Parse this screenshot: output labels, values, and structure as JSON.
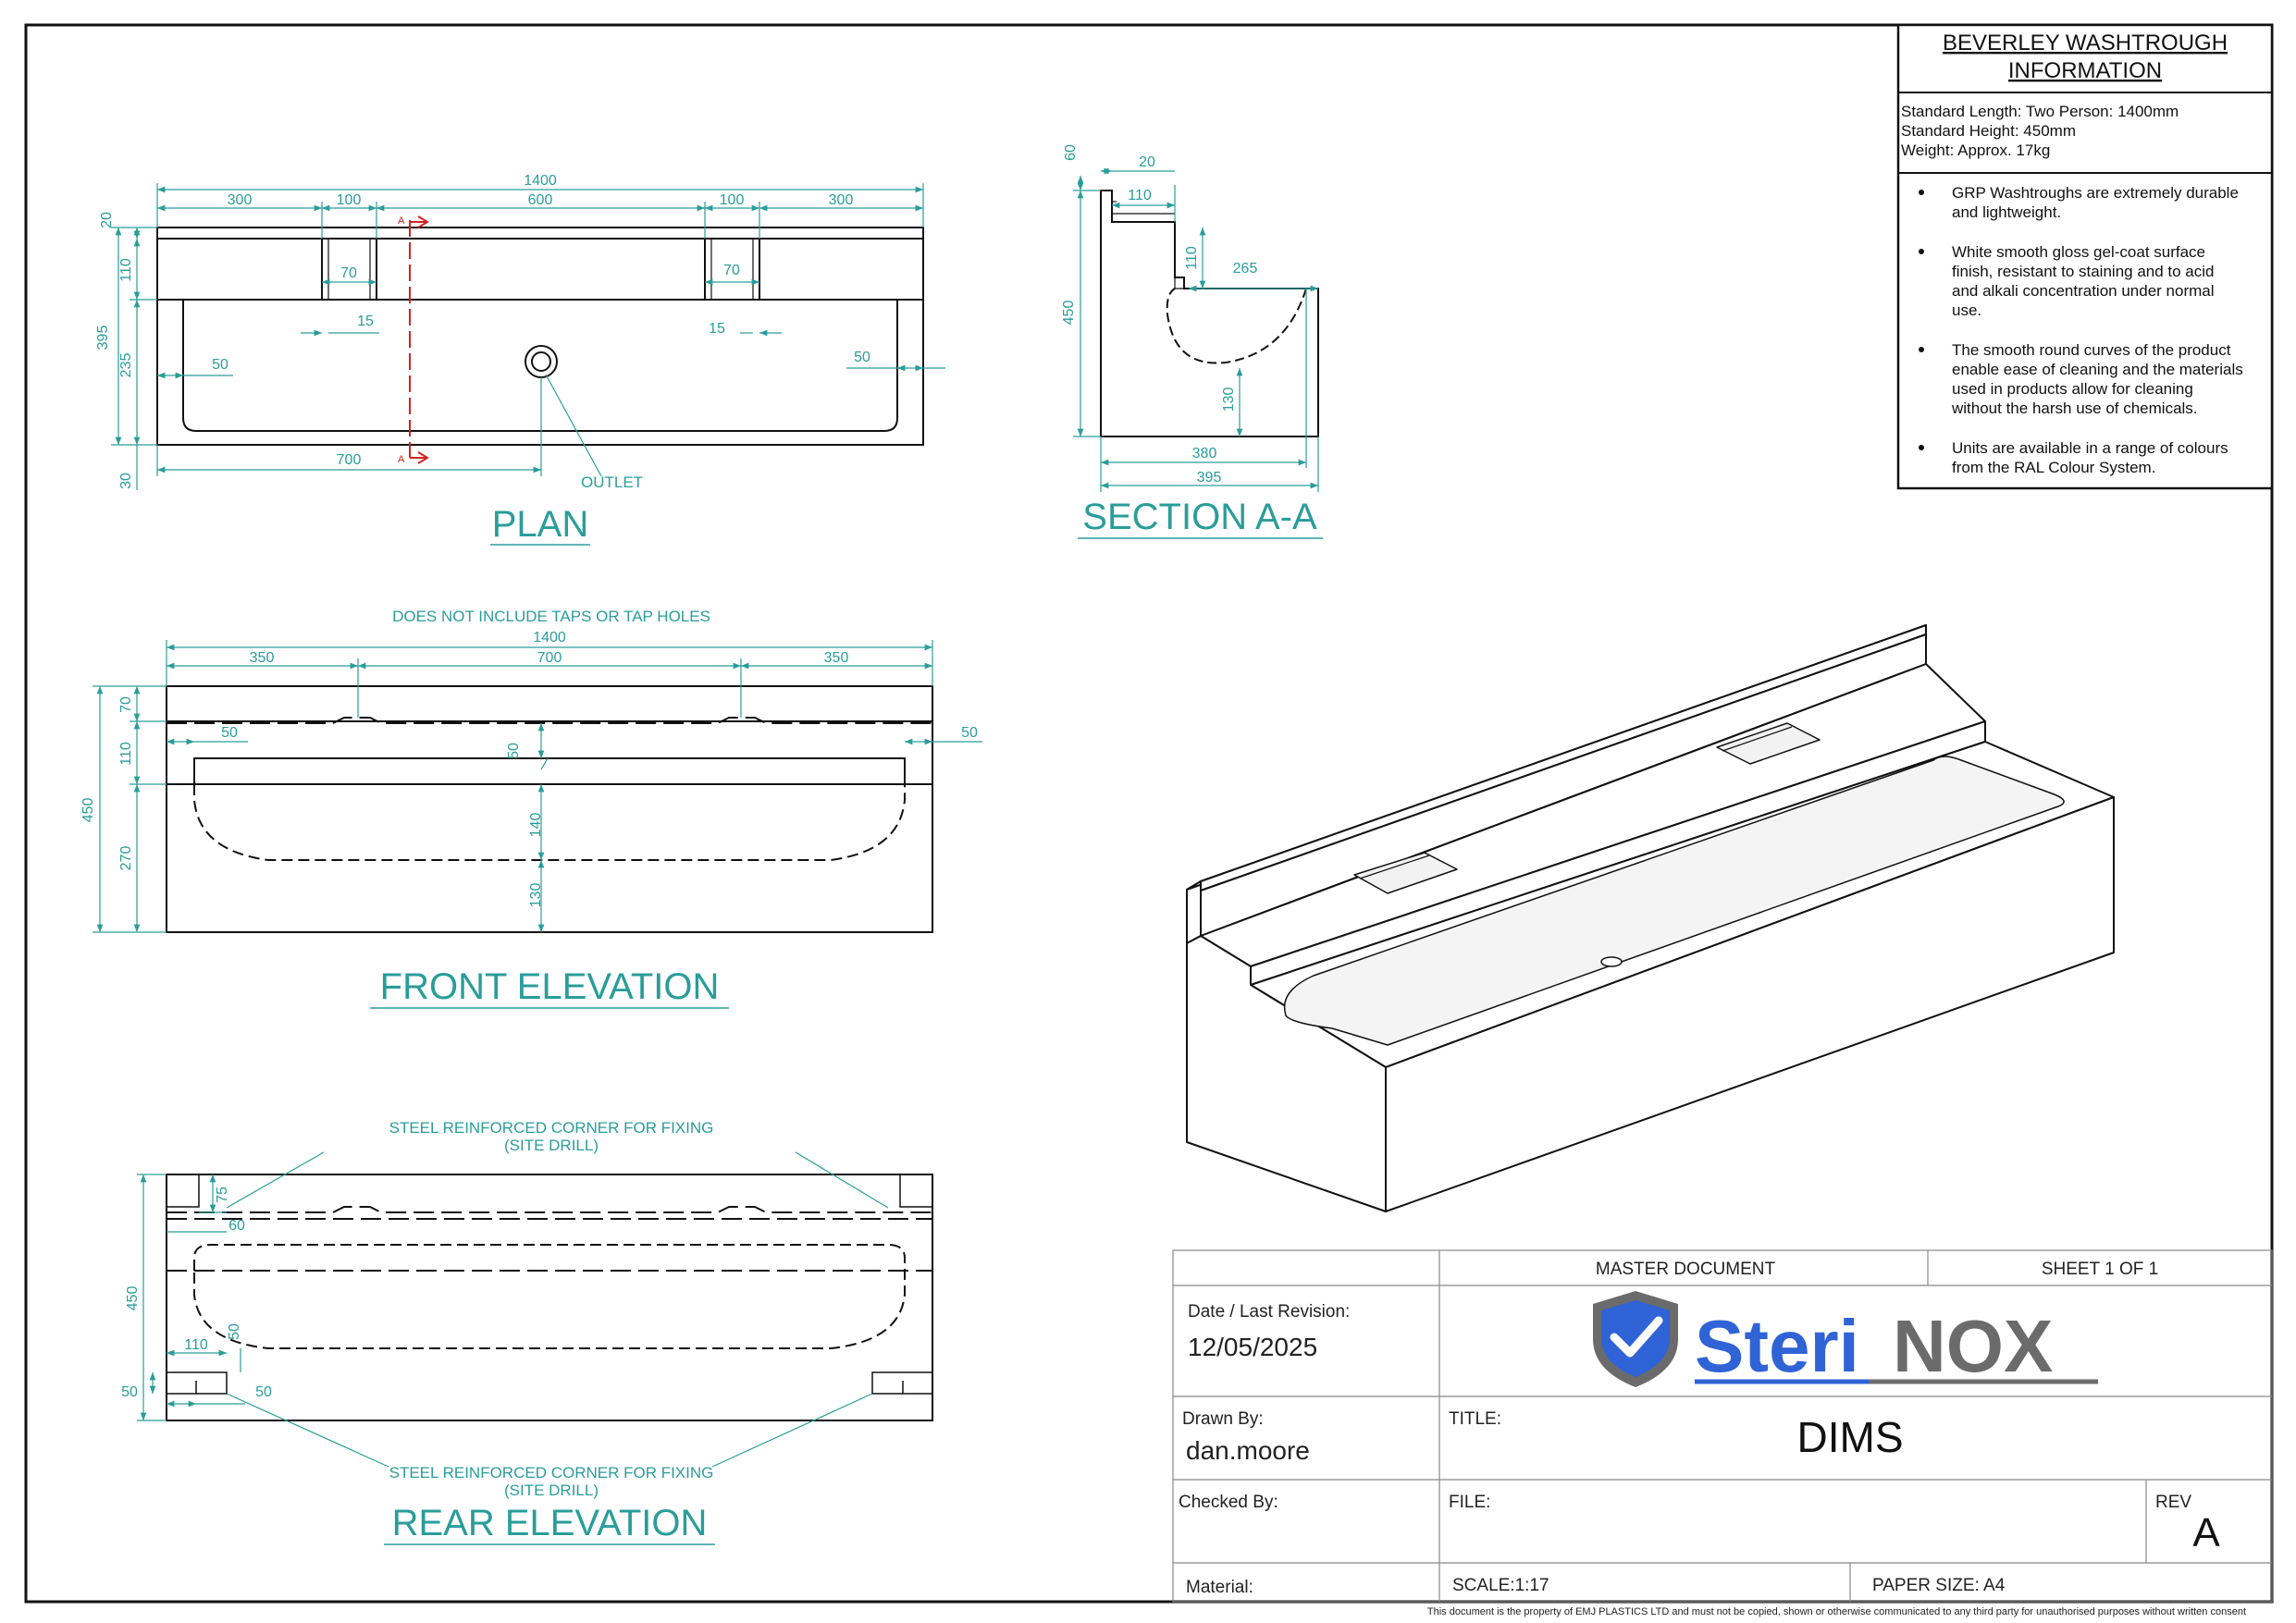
{
  "info": {
    "title1": "BEVERLEY WASHTROUGH",
    "title2": "INFORMATION",
    "spec1": "Standard Length: Two Person: 1400mm",
    "spec2": "Standard Height: 450mm",
    "spec3": "Weight: Approx. 17kg",
    "bullets": [
      [
        "GRP Washtroughs are extremely durable",
        "and lightweight."
      ],
      [
        "White smooth gloss gel-coat surface",
        "finish, resistant to staining and to acid",
        "and alkali concentration under normal",
        "use."
      ],
      [
        "The smooth round curves of the product",
        "enable ease of cleaning and the materials",
        "used in products allow for cleaning",
        "without the harsh use of chemicals."
      ],
      [
        "Units are available in a range of colours",
        "from the RAL Colour System."
      ]
    ]
  },
  "views": {
    "plan": "PLAN",
    "section": "SECTION A-A",
    "front": "FRONT ELEVATION",
    "rear": "REAR ELEVATION"
  },
  "labels": {
    "outlet": "OUTLET",
    "no_taps": "DOES NOT INCLUDE TAPS OR TAP HOLES",
    "steel1": "STEEL REINFORCED CORNER FOR FIXING",
    "site": "(SITE DRILL)",
    "sec_a": "A"
  },
  "dims": {
    "plan": {
      "total": "1400",
      "d300": "300",
      "d100": "100",
      "d600": "600",
      "d20": "20",
      "d110": "110",
      "d395": "395",
      "d235": "235",
      "d30": "30",
      "d70": "70",
      "d15": "15",
      "d50": "50",
      "d700": "700"
    },
    "section": {
      "d60": "60",
      "d20": "20",
      "d110": "110",
      "d265": "265",
      "d450": "450",
      "d130": "130",
      "d380": "380",
      "d395": "395"
    },
    "front": {
      "d1400": "1400",
      "d350": "350",
      "d700": "700",
      "d70": "70",
      "d110": "110",
      "d450": "450",
      "d270": "270",
      "d50": "50",
      "d140": "140",
      "d130": "130"
    },
    "rear": {
      "d75": "75",
      "d60": "60",
      "d450": "450",
      "d50": "50",
      "d110": "110"
    }
  },
  "titleblock": {
    "master": "MASTER DOCUMENT",
    "sheet": "SHEET 1 OF 1",
    "date_label": "Date / Last Revision:",
    "date": "12/05/2025",
    "logo_a": "Steri",
    "logo_b": "NOX",
    "drawn_label": "Drawn By:",
    "drawn": "dan.moore",
    "title_label": "TITLE:",
    "title": "DIMS",
    "checked_label": "Checked By:",
    "file_label": "FILE:",
    "rev_label": "REV",
    "rev": "A",
    "material_label": "Material:",
    "scale": "SCALE:1:17",
    "paper": "PAPER SIZE: A4",
    "disclaimer": "This document is the property of EMJ PLASTICS LTD and must not be copied, shown or otherwise communicated to any third party for unauthorised purposes without written consent"
  },
  "colors": {
    "dimension": "#2a9d9a",
    "section_line": "#d22222",
    "logo_blue": "#2f63d6",
    "logo_grey": "#6b6b6b"
  }
}
